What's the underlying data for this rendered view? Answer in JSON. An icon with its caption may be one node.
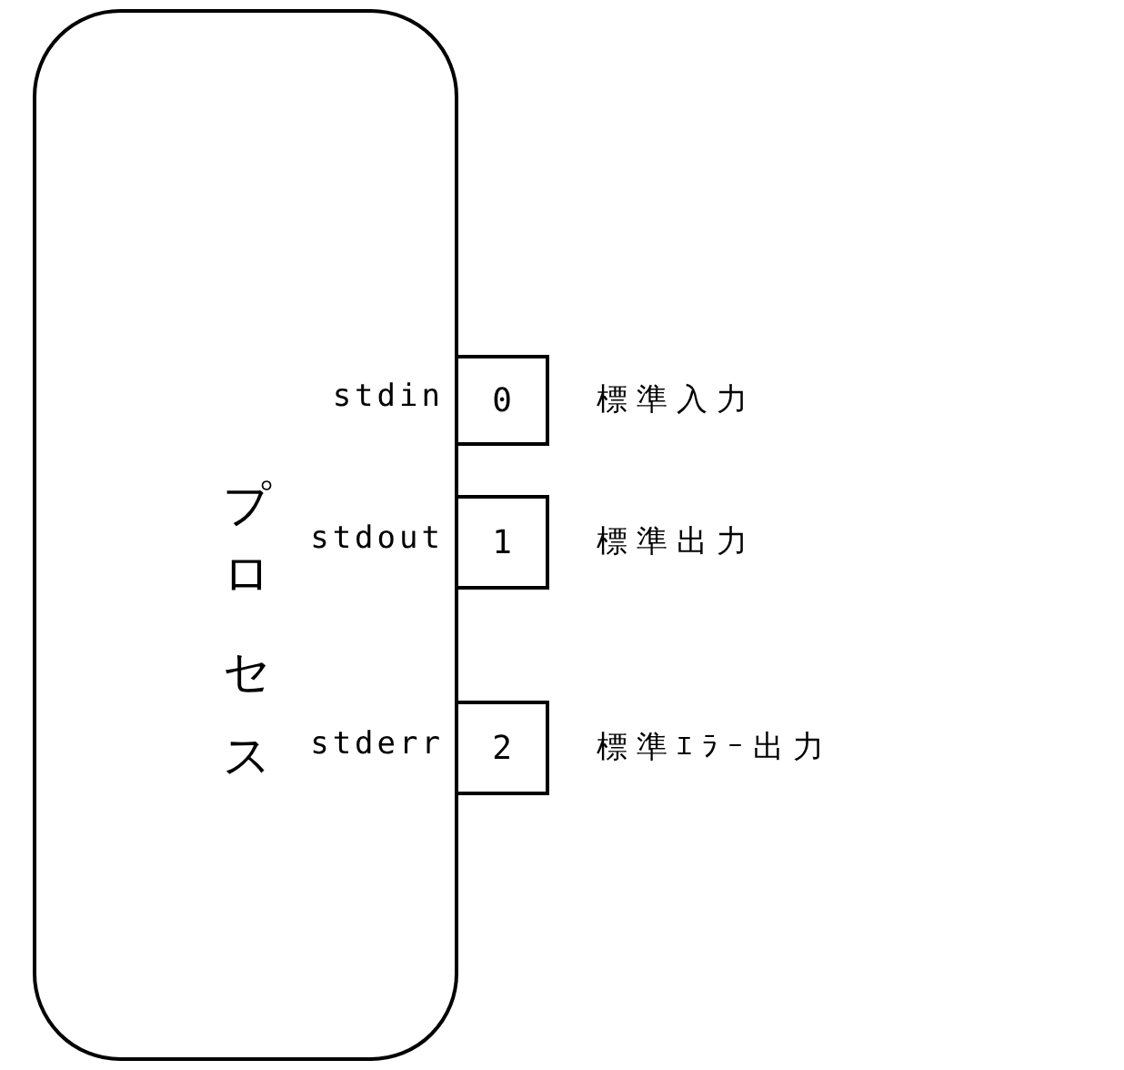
{
  "diagram": {
    "nodes": [
      {
        "text": [
          "プロセス"
        ]
      },
      {
        "text": [
          "0"
        ],
        "beside": [
          "stdin",
          "標準入力"
        ]
      },
      {
        "text": [
          "1"
        ],
        "beside": [
          "stdout",
          "標準出力"
        ]
      },
      {
        "text": [
          "2"
        ],
        "beside": [
          "stderr",
          "標準ｴﾗｰ出力"
        ]
      }
    ]
  }
}
